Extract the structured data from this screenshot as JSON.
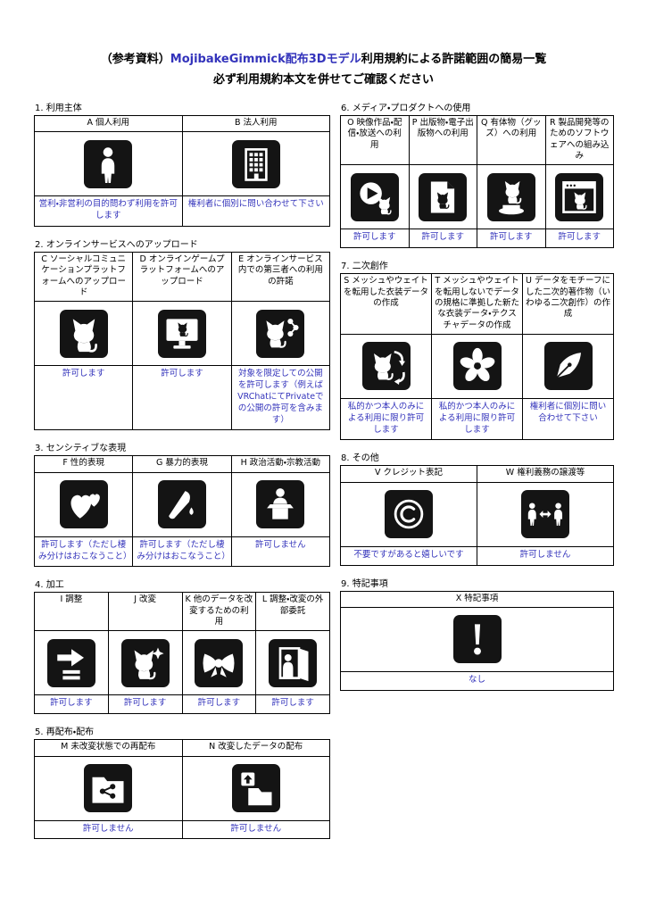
{
  "document": {
    "title_prefix": "（参考資料）",
    "title_highlight": "MojibakeGimmick配布3Dモデル",
    "title_suffix": "利用規約による許諾範囲の簡易一覧",
    "title_line2": "必ず利用規約本文を併せてご確認ください"
  },
  "colors": {
    "accent_blue": "#3333bb",
    "icon_background": "#141414",
    "icon_glyph": "#ffffff"
  },
  "sections": [
    {
      "heading": "1. 利用主体",
      "items": [
        {
          "header": "A 個人利用",
          "icon": "person-icon",
          "result": "営利・非営利の目的問わず利用を許可します"
        },
        {
          "header": "B 法人利用",
          "icon": "building-icon",
          "result": "権利者に個別に問い合わせて下さい"
        }
      ]
    },
    {
      "heading": "2. オンラインサービスへのアップロード",
      "items": [
        {
          "header": "C ソーシャルコミュニケーションプラットフォームへのアップロード",
          "icon": "cat-icon",
          "result": "許可します"
        },
        {
          "header": "D オンラインゲームプラットフォームへのアップロード",
          "icon": "monitor-cat-icon",
          "result": "許可します"
        },
        {
          "header": "E オンラインサービス内での第三者への利用の許諾",
          "icon": "share-cat-icon",
          "result": "対象を限定しての公開を許可します（例えばVRChatにてPrivateでの公開の許可を含みます）"
        }
      ]
    },
    {
      "heading": "3. センシティブな表現",
      "items": [
        {
          "header": "F 性的表現",
          "icon": "hearts-icon",
          "result": "許可します（ただし棲み分けはおこなうこと）"
        },
        {
          "header": "G 暴力的表現",
          "icon": "knife-icon",
          "result": "許可します（ただし棲み分けはおこなうこと）"
        },
        {
          "header": "H 政治活動・宗教活動",
          "icon": "podium-icon",
          "result": "許可しません"
        }
      ]
    },
    {
      "heading": "4. 加工",
      "items": [
        {
          "header": "I 調整",
          "icon": "adjust-icon",
          "result": "許可します"
        },
        {
          "header": "J 改変",
          "icon": "modify-cat-icon",
          "result": "許可します"
        },
        {
          "header": "K 他のデータを改変するための利用",
          "icon": "ribbon-bow-icon",
          "result": "許可します"
        },
        {
          "header": "L 調整・改変の外部委託",
          "icon": "door-icon",
          "result": "許可します"
        }
      ]
    },
    {
      "heading": "5. 再配布・配布",
      "items": [
        {
          "header": "M 未改変状態での再配布",
          "icon": "folder-share-icon",
          "result": "許可しません"
        },
        {
          "header": "N 改変したデータの配布",
          "icon": "folder-upload-icon",
          "result": "許可しません"
        }
      ]
    },
    {
      "heading": "6. メディア・プロダクトへの使用",
      "items": [
        {
          "header": "O 映像作品・配信・放送への利用",
          "icon": "play-cat-icon",
          "result": "許可します"
        },
        {
          "header": "P 出版物・電子出版物への利用",
          "icon": "document-cat-icon",
          "result": "許可します"
        },
        {
          "header": "Q 有体物（グッズ）への利用",
          "icon": "figurine-icon",
          "result": "許可します"
        },
        {
          "header": "R 製品開発等のためのソフトウェアへの組み込み",
          "icon": "window-cat-icon",
          "result": "許可します"
        }
      ]
    },
    {
      "heading": "7. 二次創作",
      "items": [
        {
          "header": "S メッシュやウェイトを転用した衣装データの作成",
          "icon": "costume-cat-icon",
          "result": "私的かつ本人のみによる利用に限り許可します"
        },
        {
          "header": "T メッシュやウェイトを転用しないでデータの規格に準拠した新たな衣装データ・テクスチャデータの作成",
          "icon": "flower-icon",
          "result": "私的かつ本人のみによる利用に限り許可します"
        },
        {
          "header": "U データをモチーフにした二次的著作物（いわゆる二次創作）の作成",
          "icon": "pen-nib-icon",
          "result": "権利者に個別に問い合わせて下さい"
        }
      ]
    },
    {
      "heading": "8. その他",
      "items": [
        {
          "header": "V クレジット表記",
          "icon": "copyright-icon",
          "result": "不要ですがあると嬉しいです"
        },
        {
          "header": "W 権利義務の譲渡等",
          "icon": "transfer-icon",
          "result": "許可しません"
        }
      ]
    },
    {
      "heading": "9. 特記事項",
      "items": [
        {
          "header": "X 特記事項",
          "icon": "exclamation-icon",
          "result": "なし"
        }
      ]
    }
  ]
}
